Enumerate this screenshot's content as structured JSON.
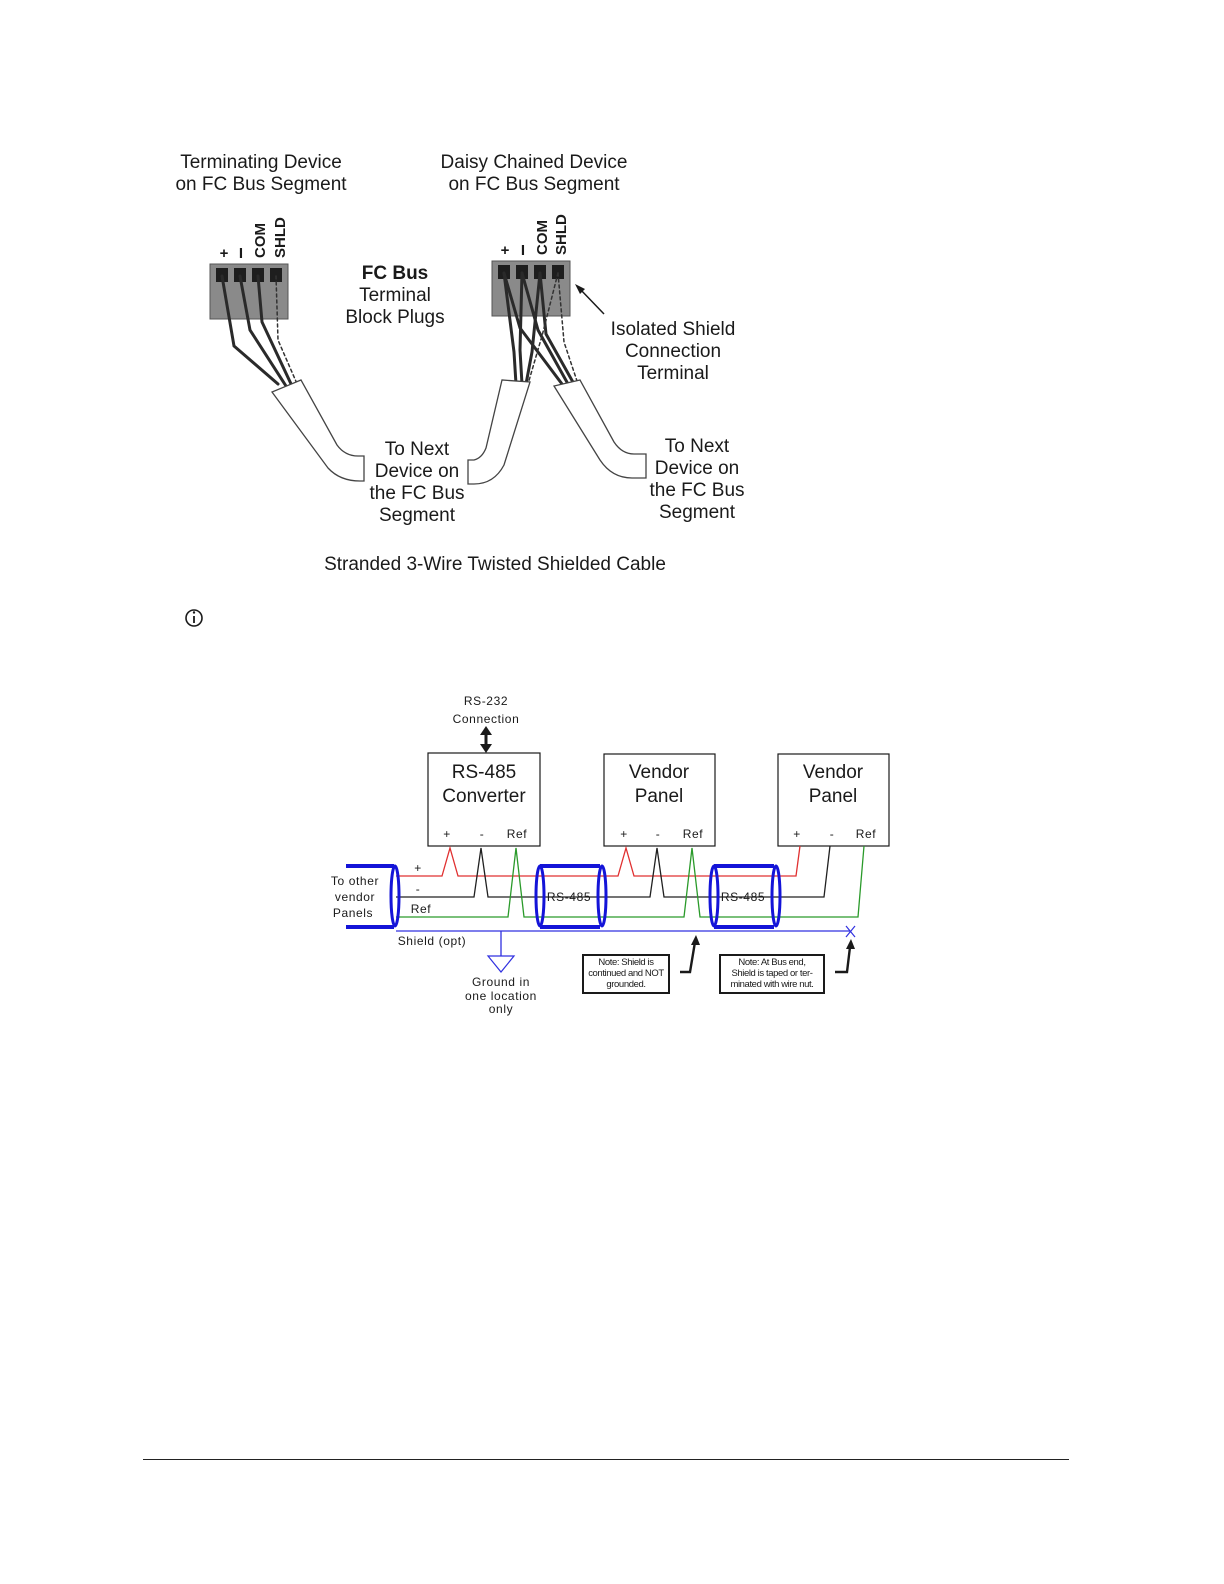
{
  "fig1": {
    "terminating_label": [
      "Terminating Device",
      "on FC Bus Segment"
    ],
    "daisy_label": [
      "Daisy Chained Device",
      "on FC Bus Segment"
    ],
    "pins": [
      "+",
      "I",
      "COM",
      "SHLD"
    ],
    "plugs_label": [
      "FC Bus",
      "Terminal",
      "Block Plugs"
    ],
    "isolated_label": [
      "Isolated Shield",
      "Connection",
      "Terminal"
    ],
    "next_label_left": [
      "To Next",
      "Device on",
      "the FC Bus",
      "Segment"
    ],
    "next_label_right": [
      "To Next",
      "Device on",
      "the FC Bus",
      "Segment"
    ],
    "caption": "Stranded 3-Wire Twisted Shielded Cable"
  },
  "fig2": {
    "rs232": [
      "RS-232",
      "Connection"
    ],
    "converter": [
      "RS-485",
      "Converter"
    ],
    "panel1": [
      "Vendor",
      "Panel"
    ],
    "panel2": [
      "Vendor",
      "Panel"
    ],
    "term_plus": "+",
    "term_minus": "-",
    "term_ref": "Ref",
    "to_other": [
      "To other",
      "vendor",
      "Panels"
    ],
    "wire_plus": "+",
    "wire_minus": "-",
    "wire_ref": "Ref",
    "cable_label": "RS-485",
    "shield": "Shield (opt)",
    "ground": [
      "Ground in",
      "one location",
      "only"
    ],
    "note1": [
      "Note: Shield is",
      "continued and NOT",
      "grounded."
    ],
    "note2": [
      "Note: At Bus end,",
      "Shield is taped or ter-",
      "minated with wire nut."
    ],
    "colors": {
      "plus": "#e03030",
      "minus": "#202020",
      "ref": "#2a9a2a",
      "shield": "#3030e0",
      "cable": "#1414d8"
    }
  },
  "info_icon": "info-circle-icon"
}
